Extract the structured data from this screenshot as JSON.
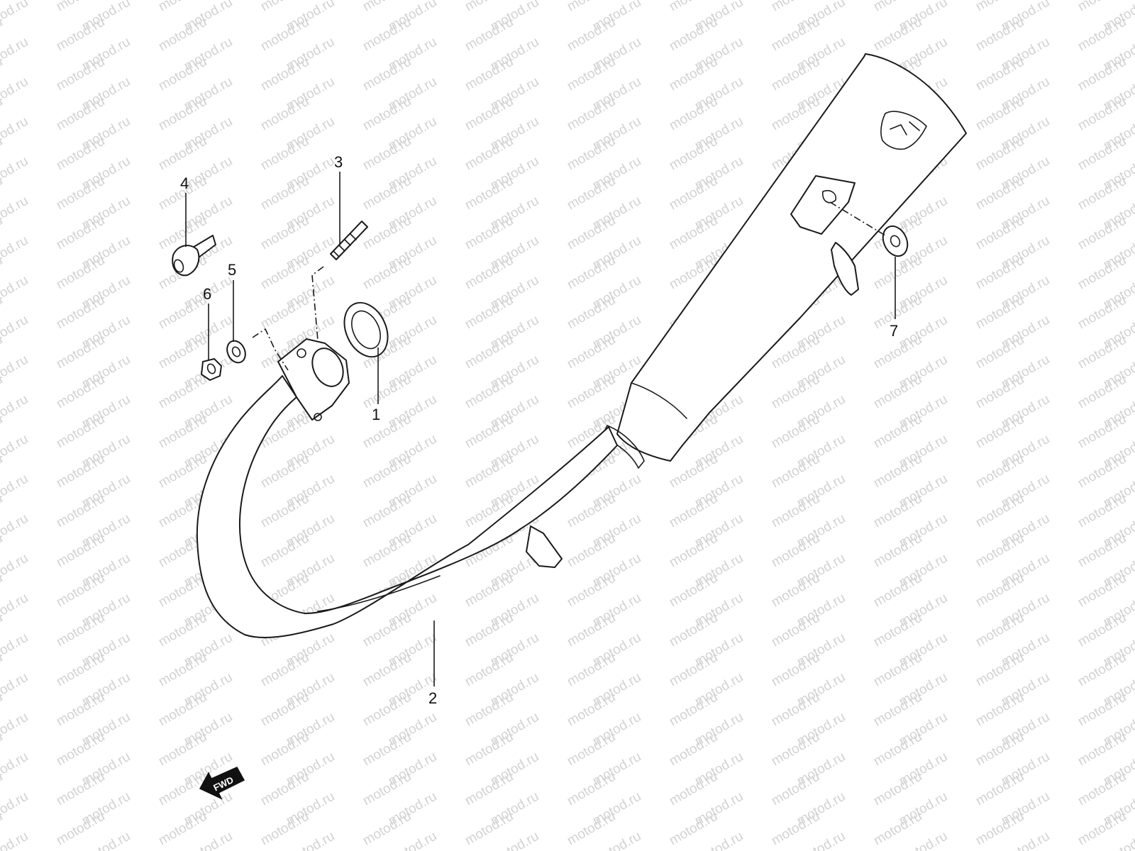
{
  "watermark": {
    "text": "motod.ru",
    "color": "#d2d2d2"
  },
  "callouts": [
    {
      "id": "1",
      "label": "1",
      "part": "gasket"
    },
    {
      "id": "2",
      "label": "2",
      "part": "exhaust-pipe-muffler"
    },
    {
      "id": "3",
      "label": "3",
      "part": "stud-bolt"
    },
    {
      "id": "4",
      "label": "4",
      "part": "bolt"
    },
    {
      "id": "5",
      "label": "5",
      "part": "washer"
    },
    {
      "id": "6",
      "label": "6",
      "part": "nut"
    },
    {
      "id": "7",
      "label": "7",
      "part": "washer"
    }
  ],
  "fwd_badge": {
    "label": "FWD",
    "icon": "fwd-arrow-icon"
  },
  "colors": {
    "line": "#1a1a1a",
    "background": "#ffffff",
    "watermark": "#d2d2d2"
  }
}
